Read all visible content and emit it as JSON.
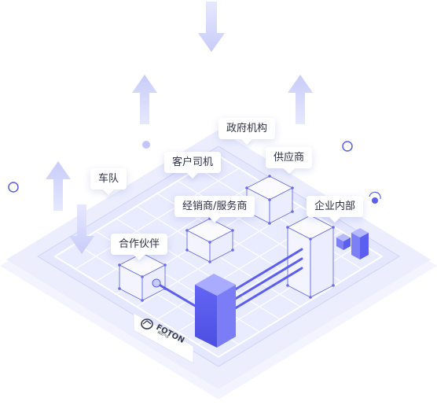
{
  "labels": {
    "fleet": "车队",
    "drivers": "客户司机",
    "government": "政府机构",
    "suppliers": "供应商",
    "partners": "合作伙伴",
    "dealers": "经销商/服务商",
    "internal": "企业内部"
  },
  "logo": {
    "text": "FOTON",
    "subtext": "福田汽车"
  },
  "colors": {
    "accent": "#5b5ef0",
    "accent_light": "#c9ccff",
    "platform": "#eef0ff",
    "grid": "#ffffff"
  }
}
